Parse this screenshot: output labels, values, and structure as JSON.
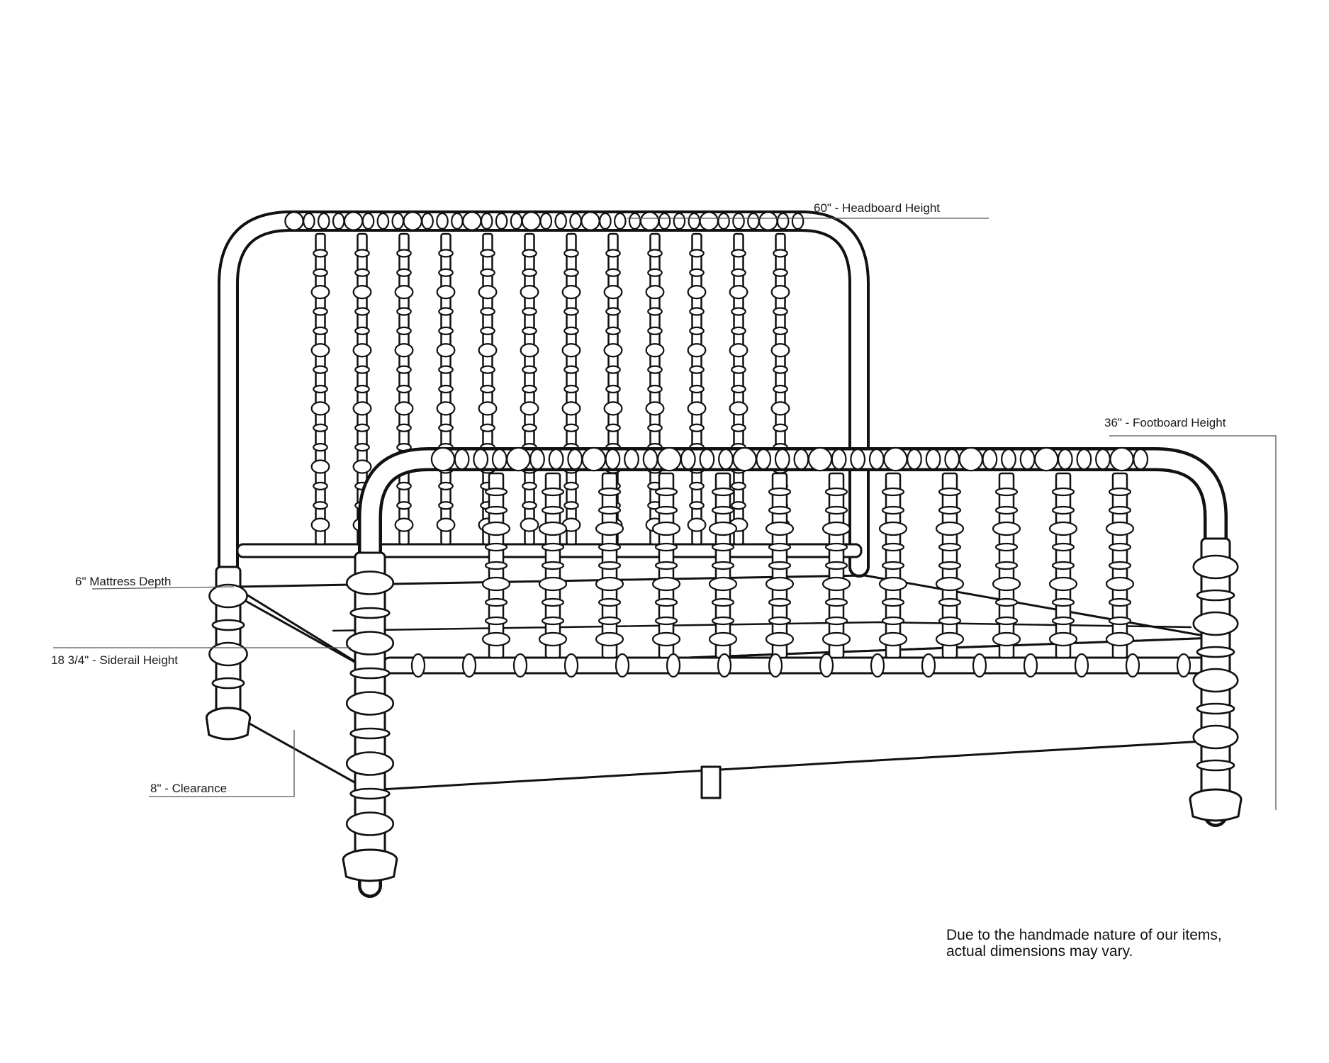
{
  "dimensions": {
    "headboard_height": "60\" - Headboard Height",
    "footboard_height": "36\" - Footboard Height",
    "mattress_depth": "6\" Mattress Depth",
    "siderail_height": "18 3/4\" - Siderail Height",
    "clearance": "8\" - Clearance"
  },
  "note": {
    "line1": "Due to the handmade nature of our items,",
    "line2": "actual dimensions may vary."
  },
  "colors": {
    "ink": "#111111",
    "leader_line": "#555555",
    "background": "#ffffff"
  }
}
